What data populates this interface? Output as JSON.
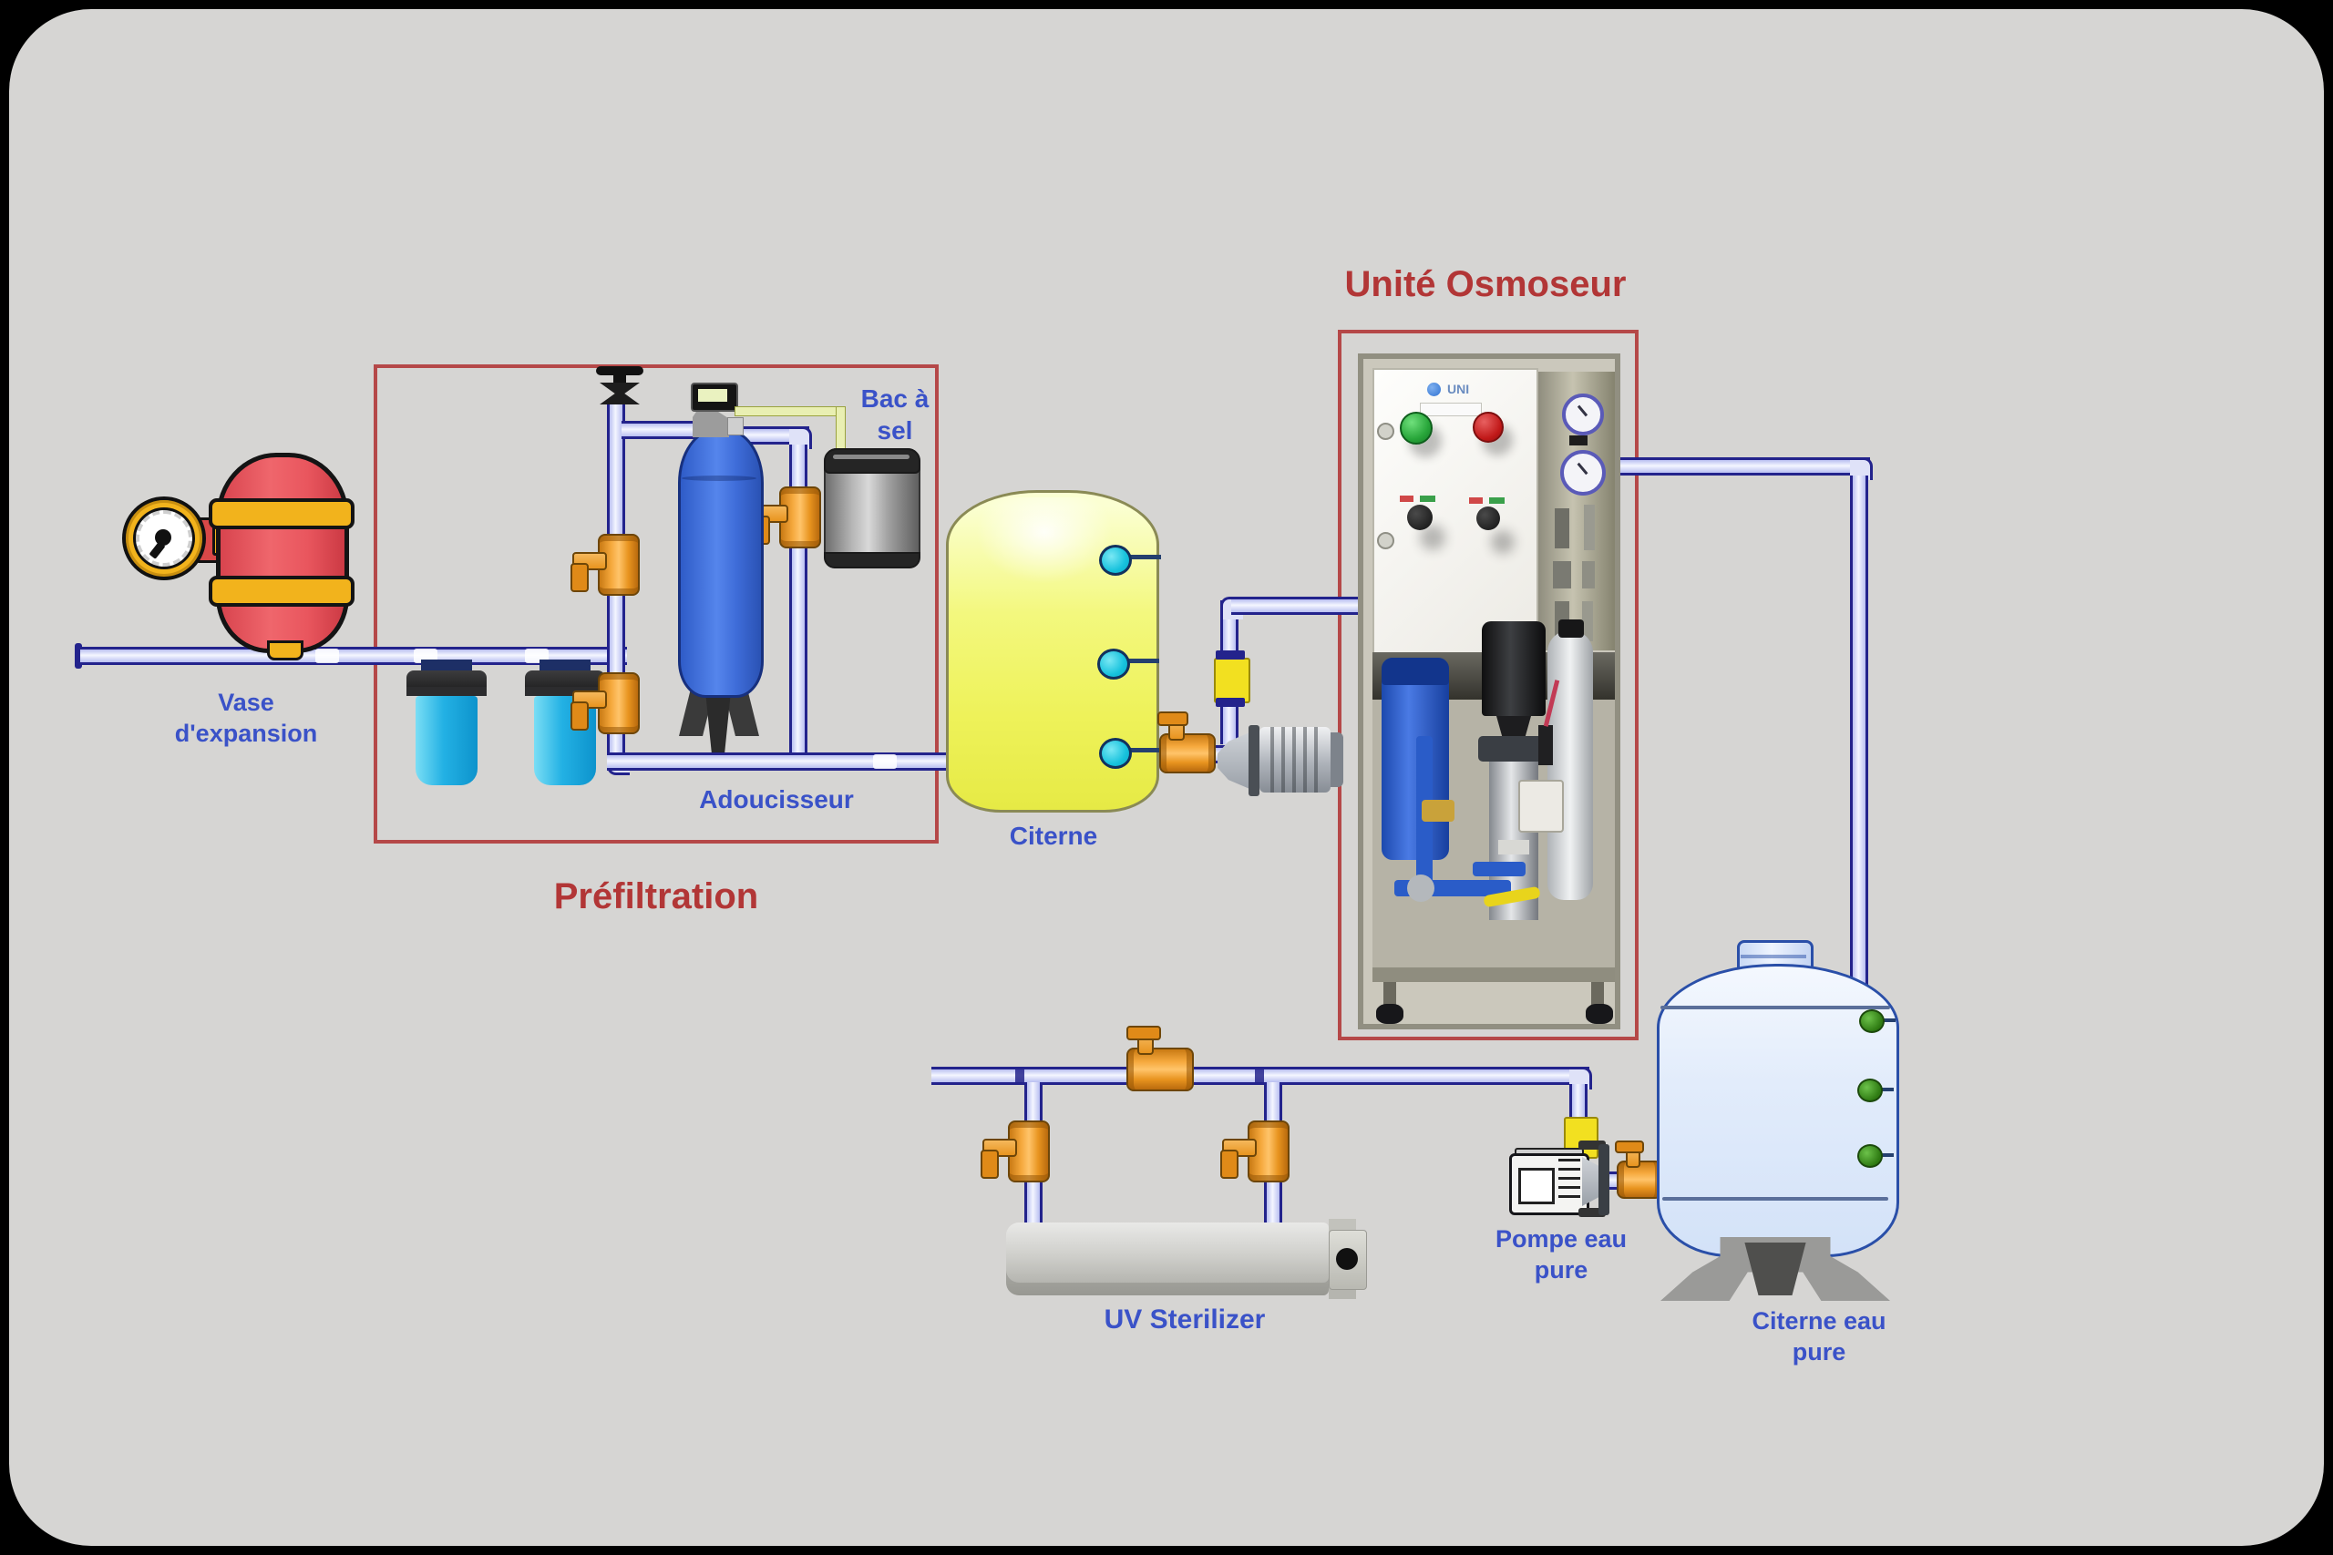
{
  "canvas": {
    "background": "#d6d5d3",
    "frame": "#000000"
  },
  "sections": {
    "prefiltration": {
      "title": "Préfiltration",
      "box_color": "#b54848"
    },
    "osmoseur": {
      "title": "Unité Osmoseur",
      "box_color": "#b54848",
      "panel_logo": "UNI"
    }
  },
  "labels": {
    "expansion_vessel": "Vase d'expansion",
    "salt_tank": "Bac à sel",
    "softener": "Adoucisseur",
    "cistern": "Citerne",
    "uv_sterilizer": "UV Sterilizer",
    "pure_water_pump": "Pompe eau pure",
    "pure_water_cistern": "Citerne eau pure"
  },
  "colors": {
    "label_blue": "#3a52c8",
    "title_red": "#b23636",
    "pipe_outline": "#23238c",
    "pipe_fill": "#dfe2f8",
    "valve_orange": "#f0a030",
    "expansion_tank_red": "#e9565e",
    "softener_blue": "#4a78e8",
    "cistern_yellow": "#eef25e",
    "pure_cistern_blue": "#dce8fb",
    "indicator_cyan": "#17c2dd",
    "indicator_green": "#3a9a1f"
  }
}
